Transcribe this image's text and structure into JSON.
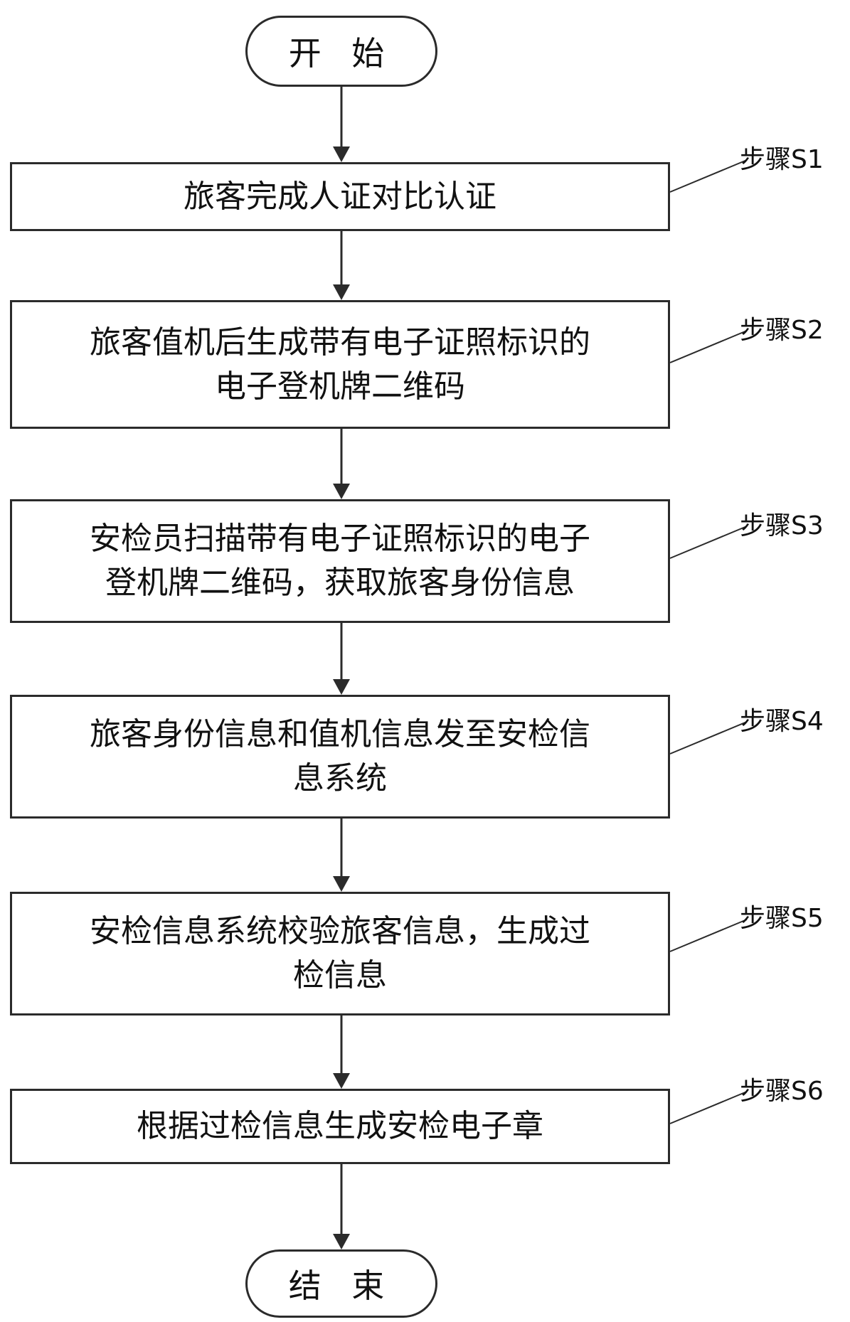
{
  "start": "开 始",
  "end": "结 束",
  "steps": [
    {
      "label": "步骤S1",
      "lines": [
        "旅客完成人证对比认证"
      ]
    },
    {
      "label": "步骤S2",
      "lines": [
        "旅客值机后生成带有电子证照标识的",
        "电子登机牌二维码"
      ]
    },
    {
      "label": "步骤S3",
      "lines": [
        "安检员扫描带有电子证照标识的电子",
        "登机牌二维码，获取旅客身份信息"
      ]
    },
    {
      "label": "步骤S4",
      "lines": [
        "旅客身份信息和值机信息发至安检信",
        "息系统"
      ]
    },
    {
      "label": "步骤S5",
      "lines": [
        "安检信息系统校验旅客信息，生成过",
        "检信息"
      ]
    },
    {
      "label": "步骤S6",
      "lines": [
        "根据过检信息生成安检电子章"
      ]
    }
  ]
}
